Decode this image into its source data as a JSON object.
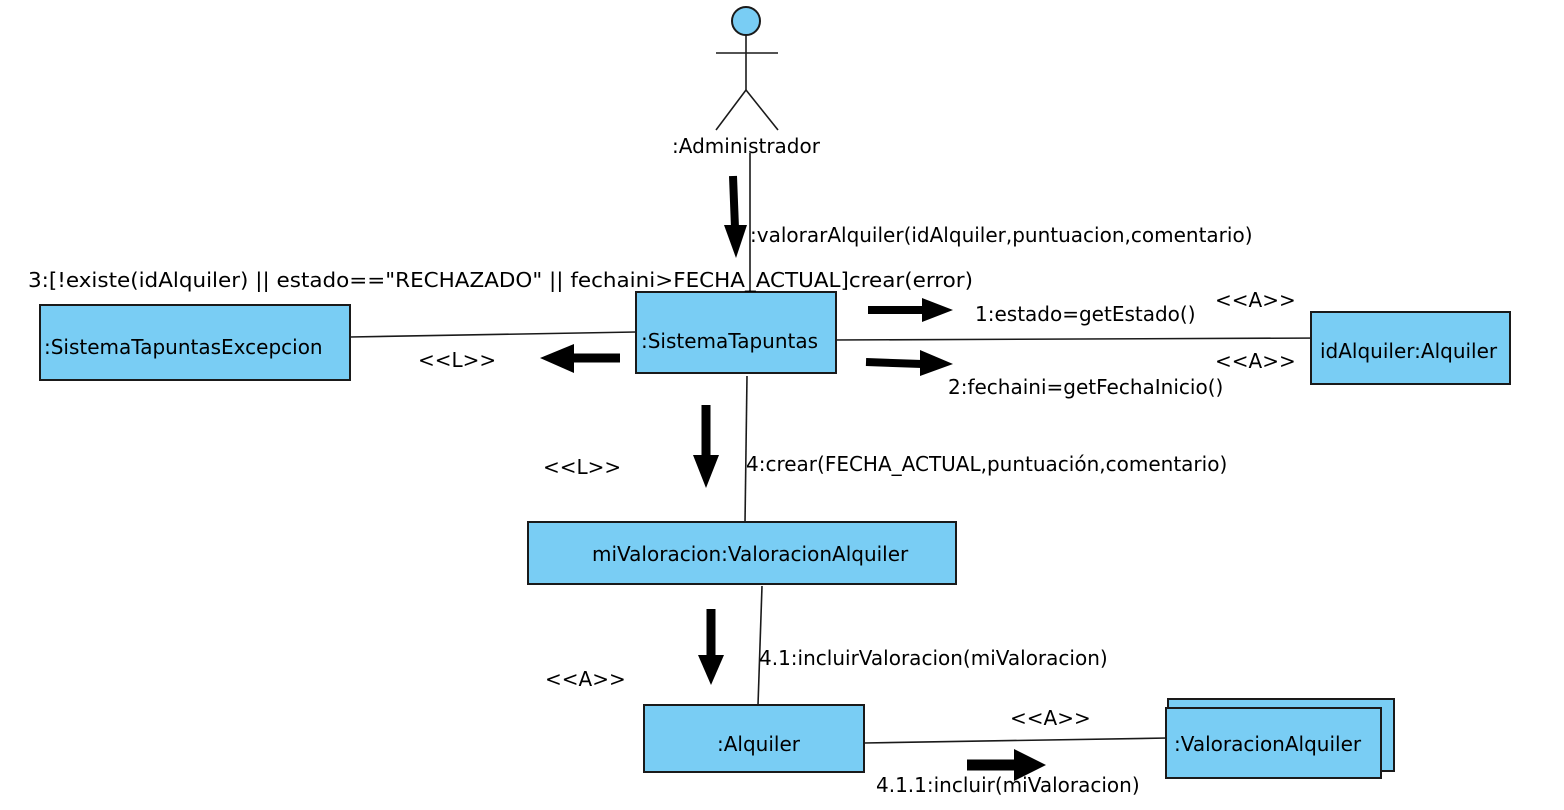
{
  "colors": {
    "object_fill": "#79cdf4",
    "stroke": "#1a1a1a",
    "arrow": "#000000"
  },
  "actor": {
    "label": ":Administrador"
  },
  "objects": {
    "sistema": ":SistemaTapuntas",
    "excepcion": ":SistemaTapuntasExcepcion",
    "id_alquiler": "idAlquiler:Alquiler",
    "mi_valoracion": "miValoracion:ValoracionAlquiler",
    "alquiler": ":Alquiler",
    "valoracion_coleccion": ":ValoracionAlquiler"
  },
  "messages": {
    "valorar": ":valorarAlquiler(idAlquiler,puntuacion,comentario)",
    "m1": "1:estado=getEstado()",
    "m2": "2:fechaini=getFechaInicio()",
    "m3": "3:[!existe(idAlquiler) || estado==\"RECHAZADO\" || fechaini>FECHA_ACTUAL]crear(error)",
    "m4": "4:crear(FECHA_ACTUAL,puntuación,comentario)",
    "m41": "4.1:incluirValoracion(miValoracion)",
    "m411": "4.1.1:incluir(miValoracion)"
  },
  "stereotypes": {
    "a_1": "<<A>>",
    "a_2": "<<A>>",
    "l_excepcion": "<<L>>",
    "l_valoracion": "<<L>>",
    "a_alquiler": "<<A>>",
    "a_coleccion": "<<A>>"
  }
}
